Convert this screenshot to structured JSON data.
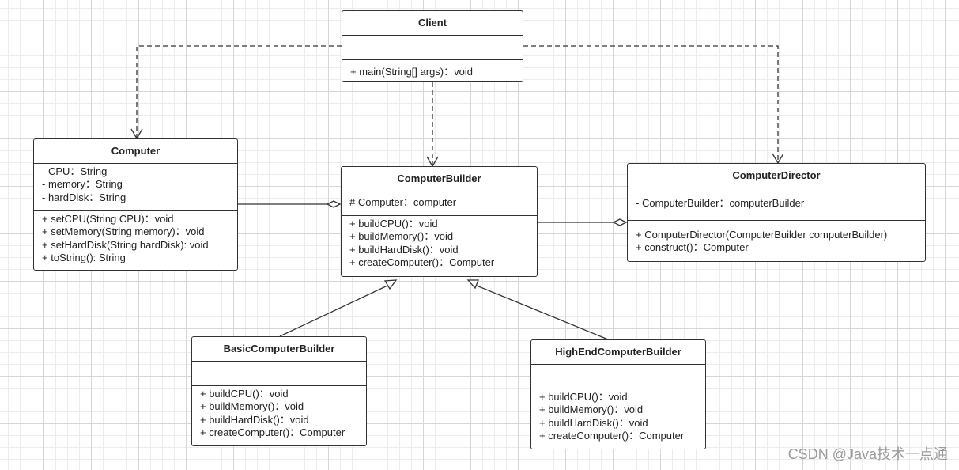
{
  "classes": {
    "client": {
      "name": "Client",
      "attributes": [],
      "methods": [
        "+ main(String[] args)：void"
      ]
    },
    "computer": {
      "name": "Computer",
      "attributes": [
        "- CPU：String",
        "- memory：String",
        "- hardDisk：String"
      ],
      "methods": [
        "+ setCPU(String CPU)：void",
        "+ setMemory(String memory)：void",
        "+ setHardDisk(String hardDisk): void",
        "+ toString(): String"
      ]
    },
    "computer_builder": {
      "name": "ComputerBuilder",
      "attributes": [
        "# Computer：computer"
      ],
      "methods": [
        "+ buildCPU()：void",
        "+ buildMemory()：void",
        "+ buildHardDisk()：void",
        "+ createComputer()：Computer"
      ]
    },
    "computer_director": {
      "name": "ComputerDirector",
      "attributes": [
        "- ComputerBuilder：computerBuilder"
      ],
      "methods": [
        "+ ComputerDirector(ComputerBuilder computerBuilder)",
        "+ construct()：Computer"
      ]
    },
    "basic_builder": {
      "name": "BasicComputerBuilder",
      "attributes": [],
      "methods": [
        "+ buildCPU()：void",
        "+ buildMemory()：void",
        "+ buildHardDisk()：void",
        "+ createComputer()：Computer"
      ]
    },
    "highend_builder": {
      "name": "HighEndComputerBuilder",
      "attributes": [],
      "methods": [
        "+ buildCPU()：void",
        "+ buildMemory()：void",
        "+ buildHardDisk()：void",
        "+ createComputer()：Computer"
      ]
    }
  },
  "watermark": "CSDN @Java技术一点通"
}
